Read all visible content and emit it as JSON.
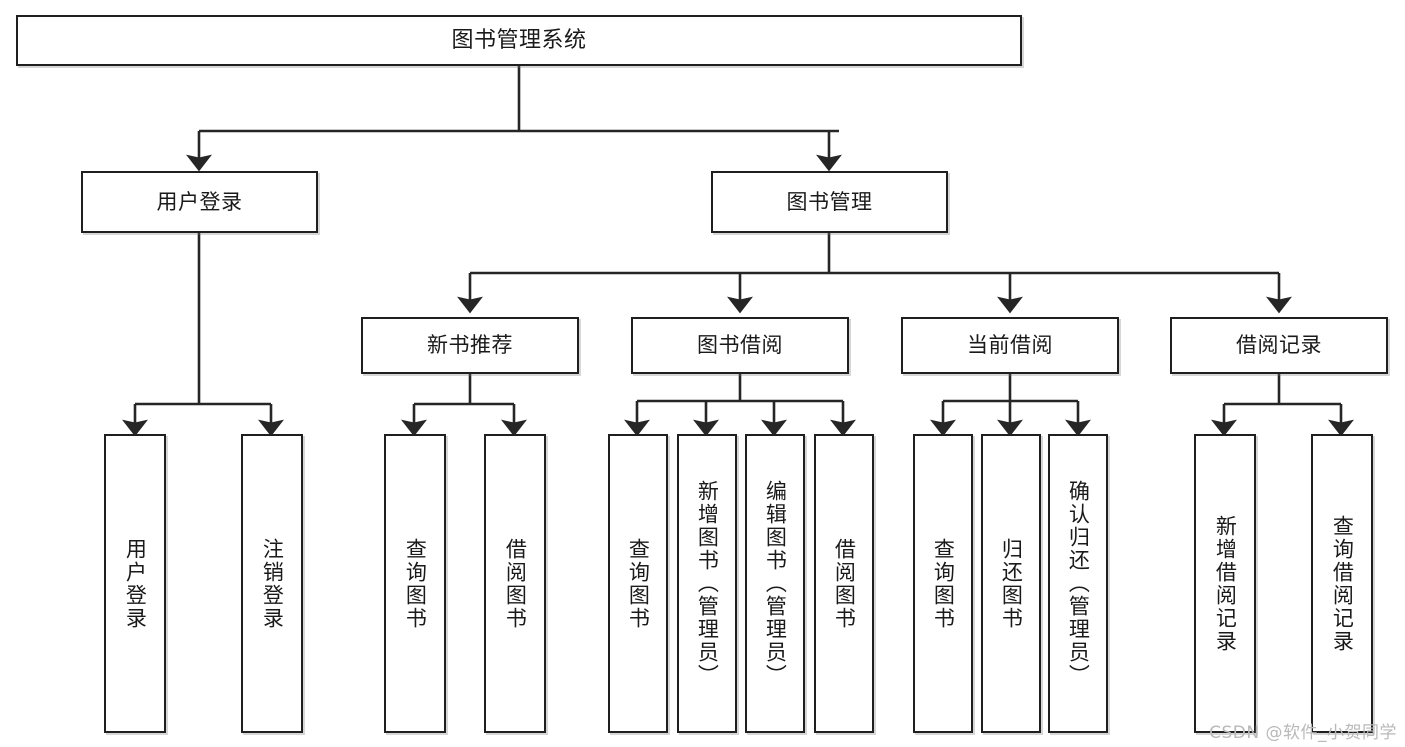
{
  "diagram": {
    "title": "图书管理系统",
    "type": "tree-hierarchy",
    "watermark": "CSDN @软件_小贺同学",
    "colors": {
      "background": "#ffffff",
      "node_fill": "#ffffff",
      "node_border": "#1f1f1f",
      "edge": "#262626",
      "text": "#1a1a1a",
      "watermark": "#b9b9b9"
    }
  },
  "nodes": {
    "root": {
      "label": "图书管理系统"
    },
    "level2": [
      {
        "id": "user-login",
        "label": "用户登录"
      },
      {
        "id": "book-manage",
        "label": "图书管理"
      }
    ],
    "level3": [
      {
        "id": "new-book-recommend",
        "label": "新书推荐"
      },
      {
        "id": "book-borrow",
        "label": "图书借阅"
      },
      {
        "id": "current-borrow",
        "label": "当前借阅"
      },
      {
        "id": "borrow-record",
        "label": "借阅记录"
      }
    ],
    "leaves": [
      {
        "id": "leaf-user-login",
        "label": "用户登录",
        "parent": "user-login"
      },
      {
        "id": "leaf-user-logout",
        "label": "注销登录",
        "parent": "user-login"
      },
      {
        "id": "leaf-query-book-1",
        "label": "查询图书",
        "parent": "new-book-recommend"
      },
      {
        "id": "leaf-borrow-book-1",
        "label": "借阅图书",
        "parent": "new-book-recommend"
      },
      {
        "id": "leaf-query-book-2",
        "label": "查询图书",
        "parent": "book-borrow"
      },
      {
        "id": "leaf-add-book",
        "label": "新增图书（管理员）",
        "parent": "book-borrow"
      },
      {
        "id": "leaf-edit-book",
        "label": "编辑图书（管理员）",
        "parent": "book-borrow"
      },
      {
        "id": "leaf-borrow-book-2",
        "label": "借阅图书",
        "parent": "book-borrow"
      },
      {
        "id": "leaf-query-book-3",
        "label": "查询图书",
        "parent": "current-borrow"
      },
      {
        "id": "leaf-return-book",
        "label": "归还图书",
        "parent": "current-borrow"
      },
      {
        "id": "leaf-confirm-return",
        "label": "确认归还（管理员）",
        "parent": "current-borrow"
      },
      {
        "id": "leaf-add-record",
        "label": "新增借阅记录",
        "parent": "borrow-record"
      },
      {
        "id": "leaf-query-record",
        "label": "查询借阅记录",
        "parent": "borrow-record"
      }
    ]
  }
}
